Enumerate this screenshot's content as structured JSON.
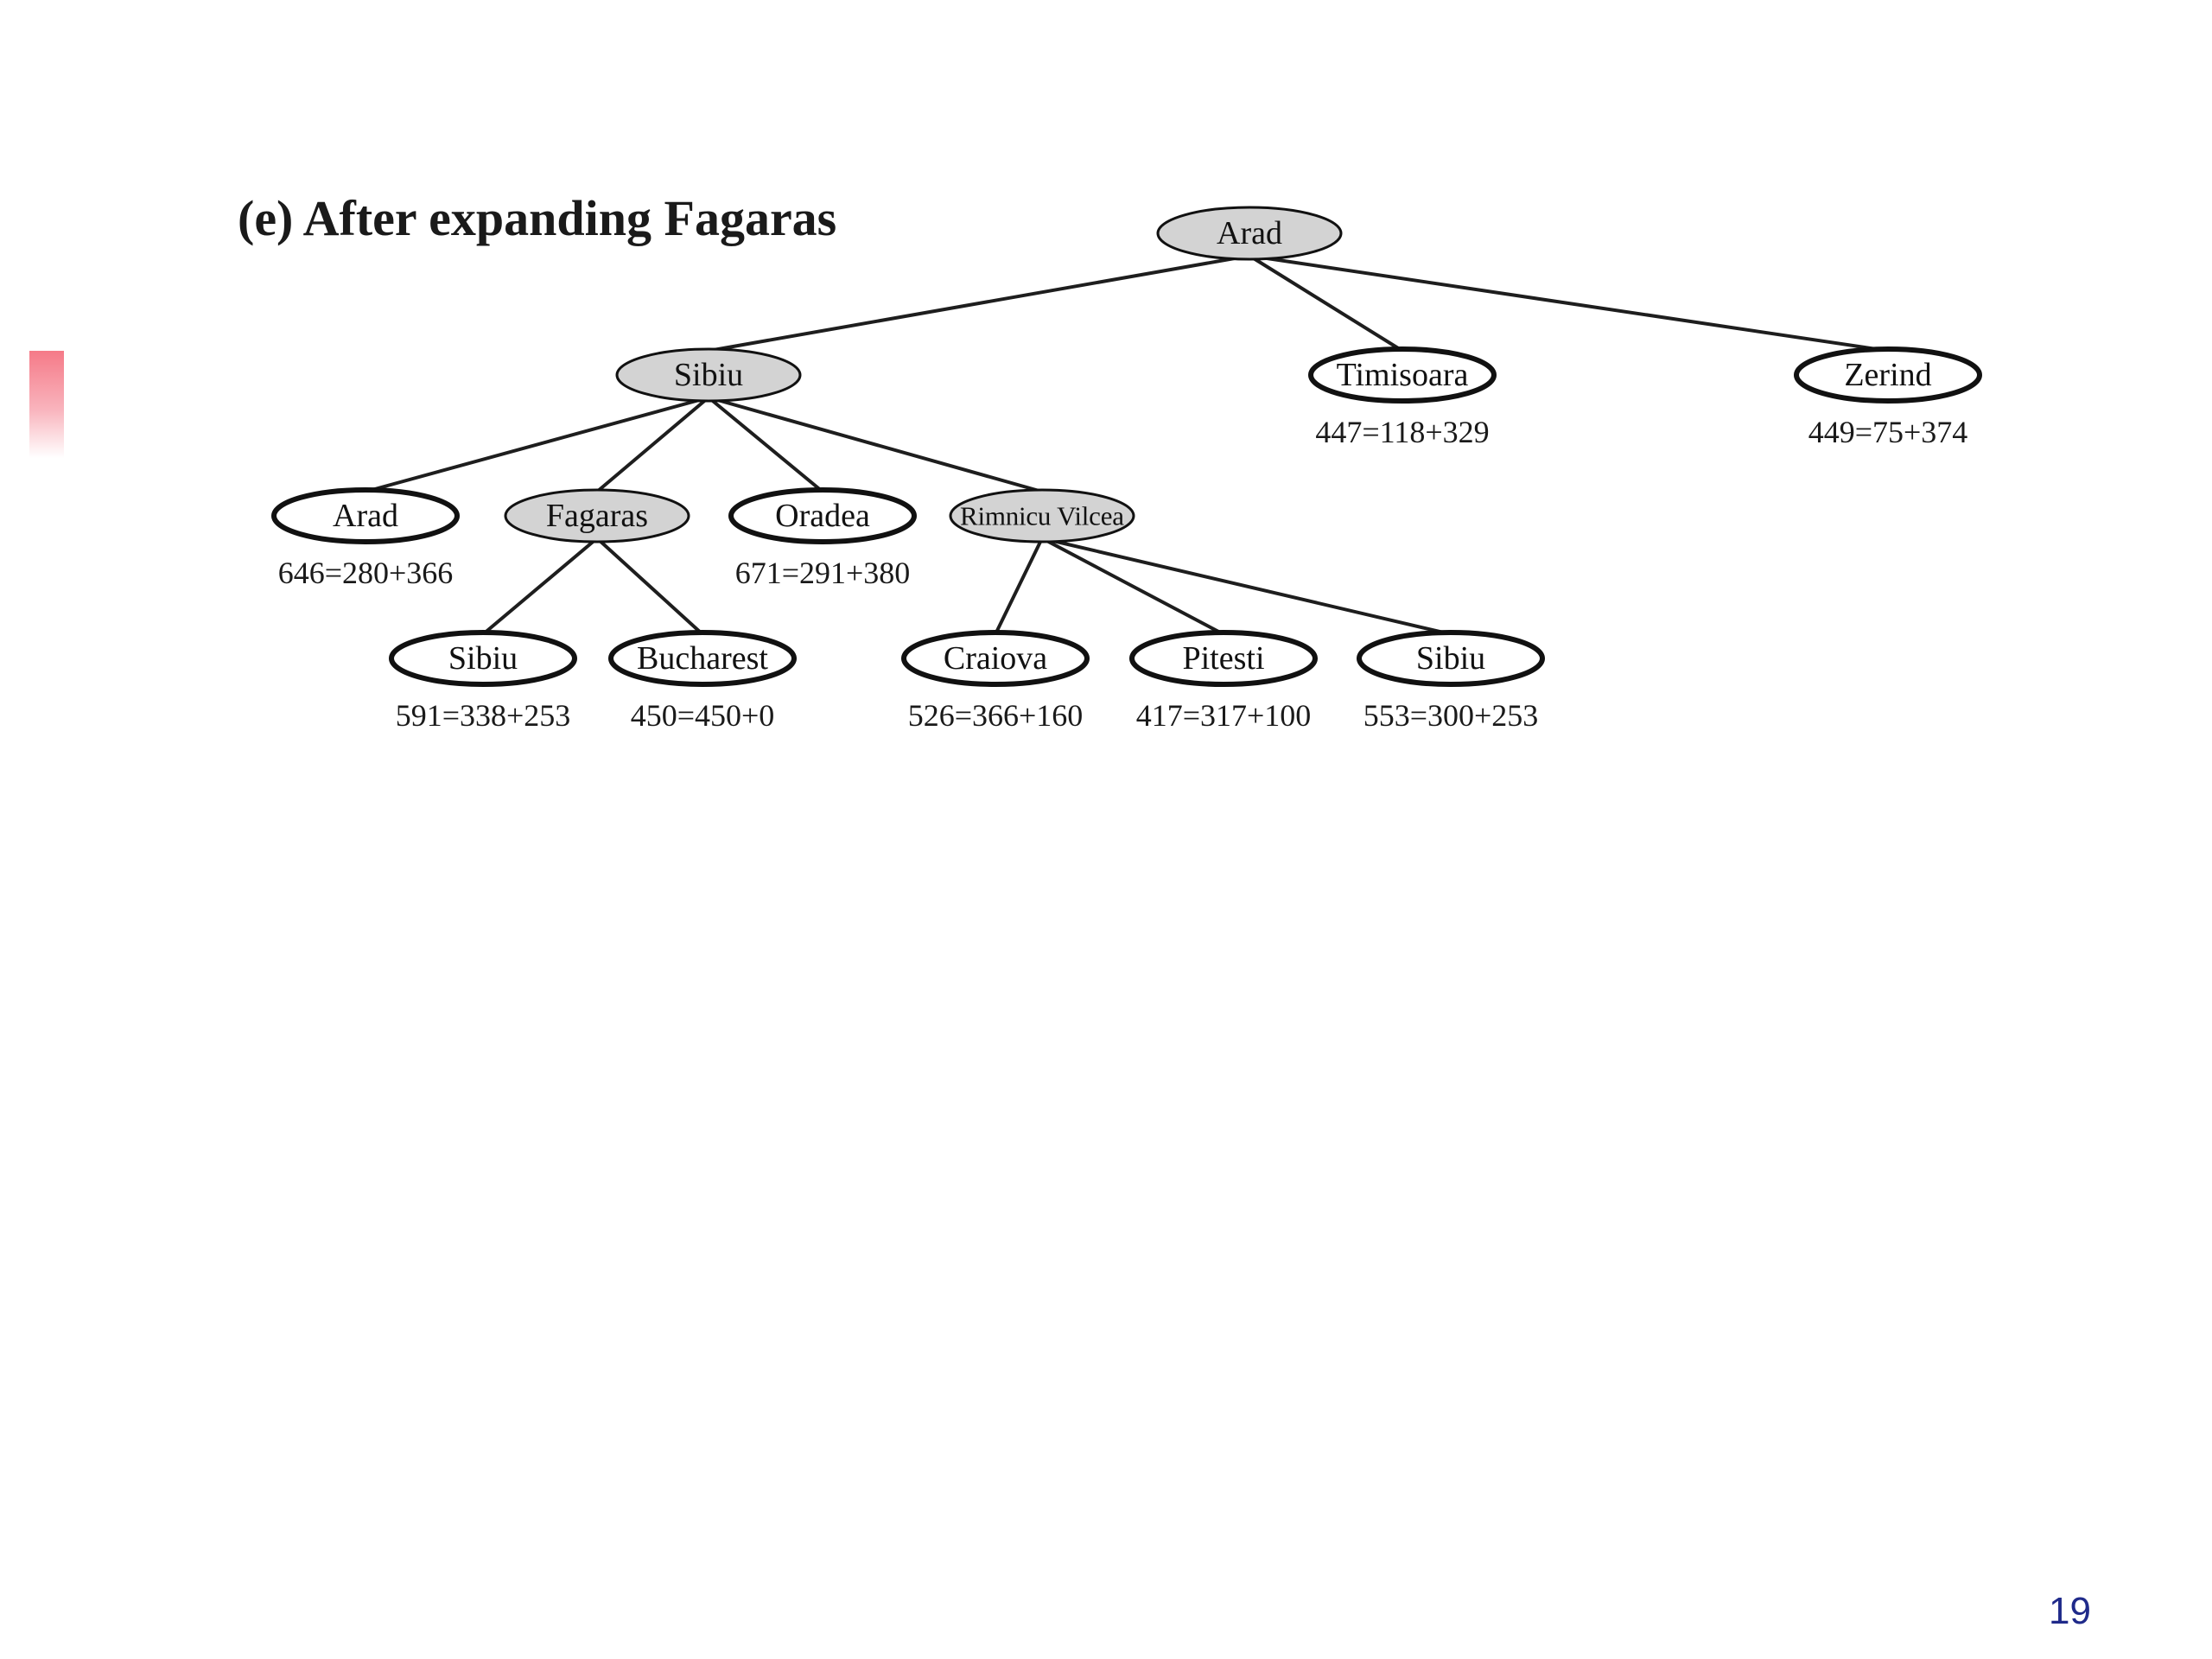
{
  "slide": {
    "page_number": "19",
    "accent_color": "#f57a88",
    "page_number_color": "#1f2a8a"
  },
  "diagram": {
    "title": "(e) After expanding Fagaras",
    "node_colors": {
      "expanded": "#d3d3d3",
      "frontier": "#ffffff"
    },
    "nodes": {
      "root_arad": {
        "label": "Arad",
        "state": "expanded"
      },
      "sibiu": {
        "label": "Sibiu",
        "state": "expanded"
      },
      "timisoara": {
        "label": "Timisoara",
        "state": "frontier",
        "cost": "447=118+329"
      },
      "zerind": {
        "label": "Zerind",
        "state": "frontier",
        "cost": "449=75+374"
      },
      "sibiu_arad": {
        "label": "Arad",
        "state": "frontier",
        "cost": "646=280+366"
      },
      "fagaras": {
        "label": "Fagaras",
        "state": "expanded"
      },
      "oradea": {
        "label": "Oradea",
        "state": "frontier",
        "cost": "671=291+380"
      },
      "rimnicu_vilcea": {
        "label": "Rimnicu Vilcea",
        "state": "expanded"
      },
      "fagaras_sibiu": {
        "label": "Sibiu",
        "state": "frontier",
        "cost": "591=338+253"
      },
      "bucharest": {
        "label": "Bucharest",
        "state": "frontier",
        "cost": "450=450+0"
      },
      "craiova": {
        "label": "Craiova",
        "state": "frontier",
        "cost": "526=366+160"
      },
      "pitesti": {
        "label": "Pitesti",
        "state": "frontier",
        "cost": "417=317+100"
      },
      "rimnicu_sibiu": {
        "label": "Sibiu",
        "state": "frontier",
        "cost": "553=300+253"
      }
    },
    "edges": [
      [
        "root_arad",
        "sibiu"
      ],
      [
        "root_arad",
        "timisoara"
      ],
      [
        "root_arad",
        "zerind"
      ],
      [
        "sibiu",
        "sibiu_arad"
      ],
      [
        "sibiu",
        "fagaras"
      ],
      [
        "sibiu",
        "oradea"
      ],
      [
        "sibiu",
        "rimnicu_vilcea"
      ],
      [
        "fagaras",
        "fagaras_sibiu"
      ],
      [
        "fagaras",
        "bucharest"
      ],
      [
        "rimnicu_vilcea",
        "craiova"
      ],
      [
        "rimnicu_vilcea",
        "pitesti"
      ],
      [
        "rimnicu_vilcea",
        "rimnicu_sibiu"
      ]
    ]
  }
}
